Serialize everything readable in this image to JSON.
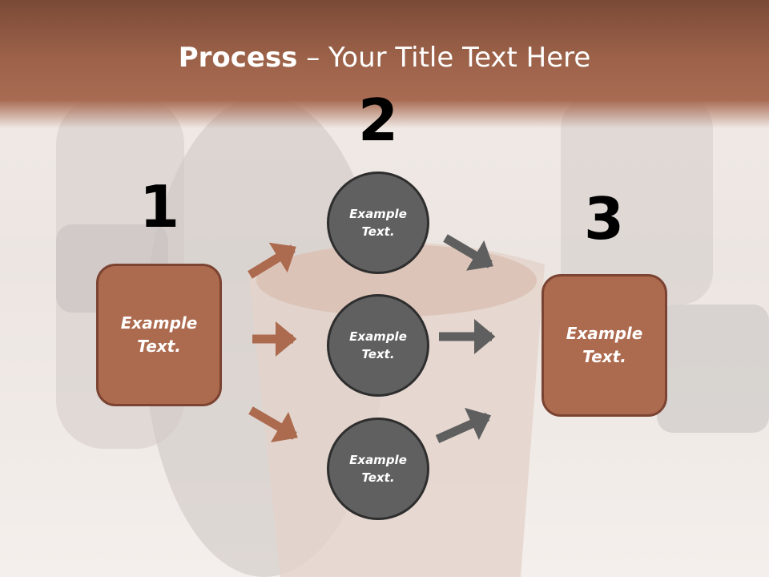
{
  "title": {
    "bold": "Process",
    "rest": " – Your Title Text Here"
  },
  "steps": [
    {
      "number": "1",
      "text": "Example Text."
    },
    {
      "number": "2",
      "items": [
        "Example Text.",
        "Example Text.",
        "Example Text."
      ]
    },
    {
      "number": "3",
      "text": "Example Text."
    }
  ],
  "colors": {
    "accent": "#ac6a4f",
    "circle": "#606060",
    "arrow_gray": "#5f5f5f"
  }
}
